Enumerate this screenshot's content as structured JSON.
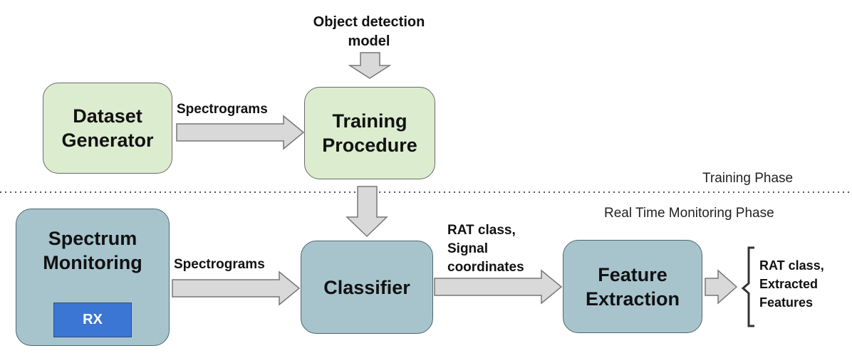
{
  "top_label": "Object detection\nmodel",
  "boxes": {
    "dataset_generator": "Dataset\nGenerator",
    "training_procedure": "Training\nProcedure",
    "spectrum_monitoring": "Spectrum\nMonitoring",
    "classifier": "Classifier",
    "feature_extraction": "Feature\nExtraction"
  },
  "rx_label": "RX",
  "edge_labels": {
    "spectrograms_top": "Spectrograms",
    "spectrograms_bottom": "Spectrograms",
    "classifier_output": "RAT class,\nSignal\ncoordinates",
    "final_output": "RAT class,\nExtracted\nFeatures"
  },
  "phases": {
    "training": "Training Phase",
    "realtime": "Real Time Monitoring Phase"
  },
  "colors": {
    "training_box": "#dceccf",
    "monitoring_box": "#a7c4cd",
    "arrow_fill": "#d9d9d9",
    "rx_box": "#3b76d4"
  }
}
